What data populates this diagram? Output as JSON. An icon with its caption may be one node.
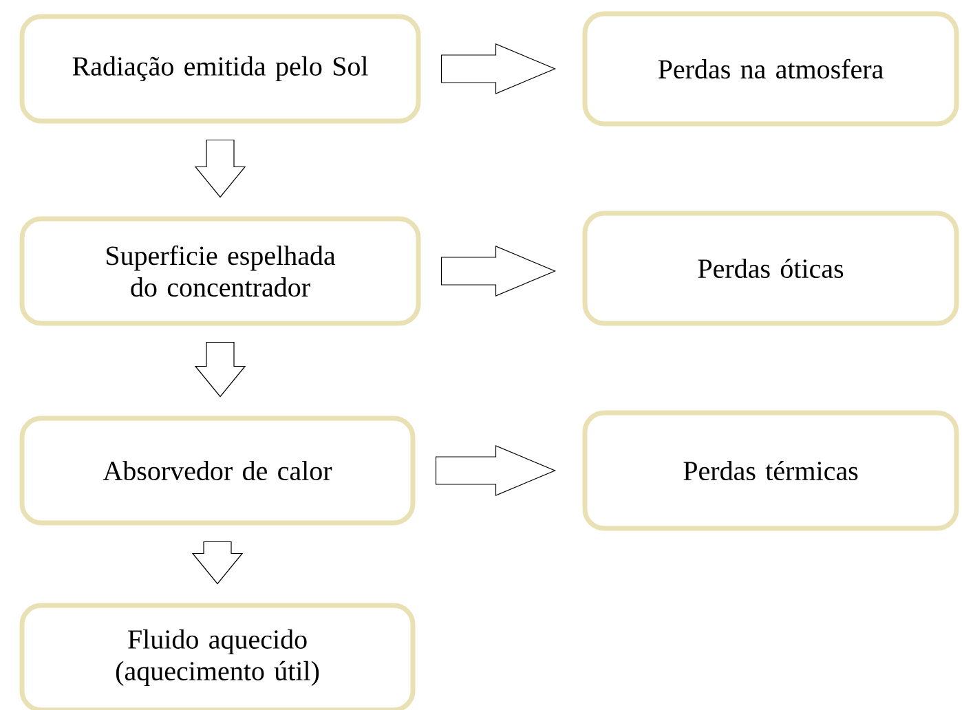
{
  "diagram": {
    "nodes": [
      {
        "text": [
          "Radiação emitida pelo Sol"
        ]
      },
      {
        "text": [
          "Perdas na atmosfera"
        ]
      },
      {
        "text": [
          "Superficie espelhada do concentrador"
        ]
      },
      {
        "text": [
          "Perdas óticas"
        ]
      },
      {
        "text": [
          "Absorvedor de calor"
        ]
      },
      {
        "text": [
          "Perdas térmicas"
        ]
      },
      {
        "text": [
          "Fluido aquecido (aquecimento útil)"
        ]
      }
    ],
    "edges": [
      {
        "from": 0,
        "to": 1,
        "arrow": "to"
      },
      {
        "from": 0,
        "to": 2,
        "arrow": "to"
      },
      {
        "from": 2,
        "to": 3,
        "arrow": "to"
      },
      {
        "from": 2,
        "to": 4,
        "arrow": "to"
      },
      {
        "from": 4,
        "to": 5,
        "arrow": "to"
      },
      {
        "from": 4,
        "to": 6,
        "arrow": "to"
      }
    ]
  }
}
